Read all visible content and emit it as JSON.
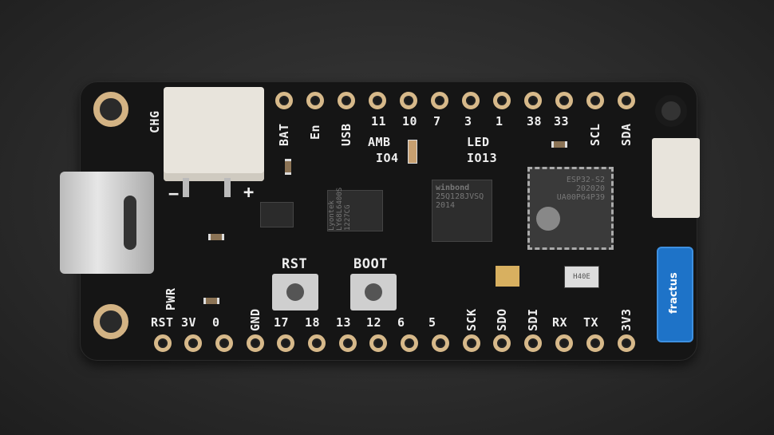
{
  "board": {
    "top_labels": [
      "BAT",
      "En",
      "USB",
      "11",
      "10",
      "7",
      "3",
      "1",
      "38",
      "33",
      "SCL",
      "SDA"
    ],
    "bottom_labels": [
      "RST",
      "3V",
      "0",
      "GND",
      "17",
      "18",
      "13",
      "12",
      "6",
      "5",
      "SCK",
      "SDO",
      "SDI",
      "RX",
      "TX",
      "3V3"
    ],
    "side_labels": {
      "chg": "CHG",
      "pwr": "PWR",
      "minus": "−",
      "plus": "+"
    },
    "led_labels": {
      "amb": "AMB",
      "io4": "IO4",
      "led": "LED",
      "io13": "IO13"
    },
    "buttons": {
      "rst": "RST",
      "boot": "BOOT"
    },
    "chips": {
      "psram": [
        "Lyontek",
        "LY68L6400S",
        "1227CG"
      ],
      "flash": [
        "winbond",
        "25Q128JVSQ",
        "2014"
      ],
      "mcu": [
        "ESP32-S2",
        "202020",
        "UA00P64P39"
      ],
      "crystal": "H40E"
    },
    "antenna": "fractus",
    "colors": {
      "pcb": "#151515",
      "gold": "#d7b98a",
      "antenna": "#1e73c8"
    }
  }
}
